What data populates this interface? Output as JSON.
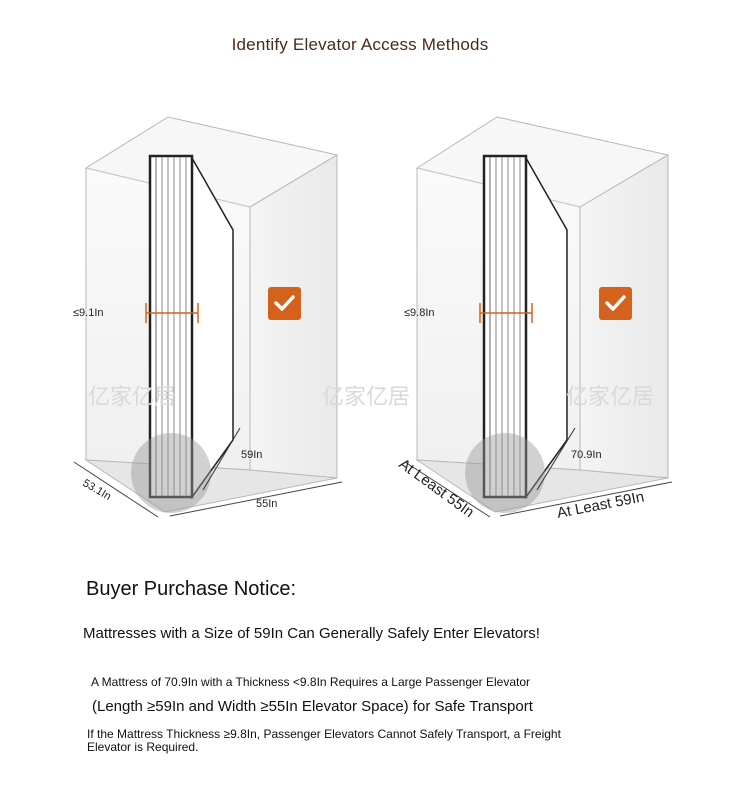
{
  "title": "Identify Elevator Access Methods",
  "accent_color": "#d4621c",
  "left_diagram": {
    "thickness": "≤9.1In",
    "depth_inner": "59In",
    "width": "55In",
    "depth": "53.1In",
    "status_icon": "checkmark-icon"
  },
  "right_diagram": {
    "thickness": "≤9.8In",
    "depth_inner": "70.9In",
    "width": "At Least 59In",
    "depth": "At Least 55In",
    "status_icon": "checkmark-icon"
  },
  "notice": {
    "heading": "Buyer Purchase Notice:",
    "line1": "Mattresses with a Size of 59In Can Generally Safely Enter Elevators!",
    "line2": "A Mattress of 70.9In with a Thickness <9.8In Requires a Large Passenger Elevator",
    "line3": "(Length ≥59In and Width ≥55In Elevator Space) for Safe Transport",
    "line4": "If the Mattress Thickness ≥9.8In, Passenger Elevators Cannot Safely Transport, a Freight Elevator is Required."
  }
}
